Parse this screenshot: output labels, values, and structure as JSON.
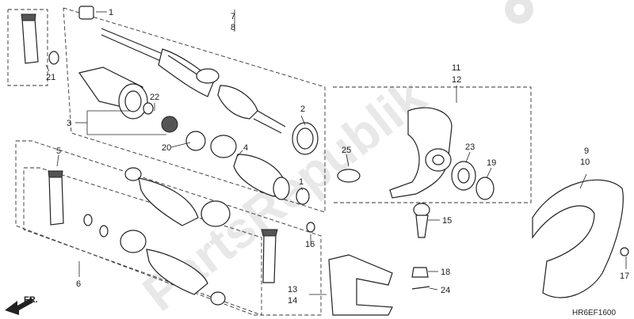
{
  "diagram": {
    "watermark": "PartsRepublik",
    "direction_label": "FR.",
    "drawing_code": "HR6EF1600",
    "callouts": [
      {
        "id": "c1a",
        "text": "1"
      },
      {
        "id": "c1b",
        "text": "1"
      },
      {
        "id": "c2",
        "text": "2"
      },
      {
        "id": "c3",
        "text": "3"
      },
      {
        "id": "c4",
        "text": "4"
      },
      {
        "id": "c5",
        "text": "5"
      },
      {
        "id": "c6",
        "text": "6"
      },
      {
        "id": "c7",
        "text": "7"
      },
      {
        "id": "c8",
        "text": "8"
      },
      {
        "id": "c9",
        "text": "9"
      },
      {
        "id": "c10",
        "text": "10"
      },
      {
        "id": "c11",
        "text": "11"
      },
      {
        "id": "c12",
        "text": "12"
      },
      {
        "id": "c13",
        "text": "13"
      },
      {
        "id": "c14",
        "text": "14"
      },
      {
        "id": "c15",
        "text": "15"
      },
      {
        "id": "c16",
        "text": "16"
      },
      {
        "id": "c17",
        "text": "17"
      },
      {
        "id": "c18",
        "text": "18"
      },
      {
        "id": "c19",
        "text": "19"
      },
      {
        "id": "c20",
        "text": "20"
      },
      {
        "id": "c21",
        "text": "21"
      },
      {
        "id": "c22",
        "text": "22"
      },
      {
        "id": "c23",
        "text": "23"
      },
      {
        "id": "c24",
        "text": "24"
      },
      {
        "id": "c25",
        "text": "25"
      }
    ]
  }
}
